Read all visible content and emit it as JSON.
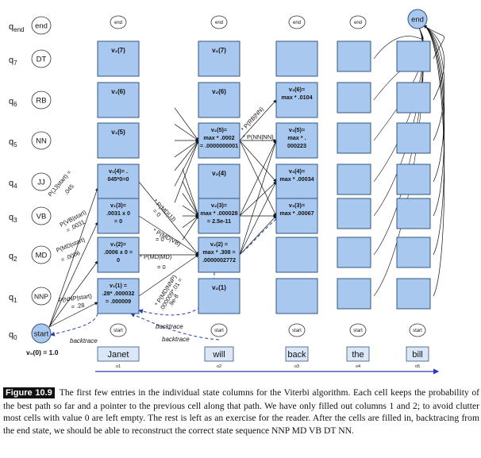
{
  "states": [
    {
      "sub": "end",
      "label": "end",
      "circle": true
    },
    {
      "sub": "7",
      "label": "DT"
    },
    {
      "sub": "6",
      "label": "RB"
    },
    {
      "sub": "5",
      "label": "NN"
    },
    {
      "sub": "4",
      "label": "JJ"
    },
    {
      "sub": "3",
      "label": "VB"
    },
    {
      "sub": "2",
      "label": "MD"
    },
    {
      "sub": "1",
      "label": "NNP"
    },
    {
      "sub": "0",
      "label": "start"
    }
  ],
  "state_prefix": "q",
  "column_node_label": "end",
  "start_node_label": "start",
  "final_end_label": "end",
  "words": [
    "Janet",
    "will",
    "back",
    "the",
    "bill"
  ],
  "word_subs": [
    "o1",
    "o2",
    "o3",
    "o4",
    "o5"
  ],
  "v0_label": "v₀(0) = 1.0",
  "cells": [
    {
      "col": 0,
      "row": 1,
      "lines": [
        "v₁(7)"
      ]
    },
    {
      "col": 0,
      "row": 2,
      "lines": [
        "v₁(6)"
      ]
    },
    {
      "col": 0,
      "row": 3,
      "lines": [
        "v₁(5)"
      ]
    },
    {
      "col": 0,
      "row": 4,
      "lines": [
        "v₁(4)= .",
        "045*0=0"
      ]
    },
    {
      "col": 0,
      "row": 5,
      "lines": [
        "v₁(3)=",
        ".0031 x 0",
        "= 0"
      ]
    },
    {
      "col": 0,
      "row": 6,
      "lines": [
        "v₁(2)=",
        ".0006 x 0 =",
        "0"
      ]
    },
    {
      "col": 0,
      "row": 7,
      "lines": [
        "v₁(1) =",
        ".28* .000032",
        "= .000009"
      ]
    },
    {
      "col": 1,
      "row": 1,
      "lines": [
        "v₂(7)"
      ]
    },
    {
      "col": 1,
      "row": 2,
      "lines": [
        "v₂(6)"
      ]
    },
    {
      "col": 1,
      "row": 3,
      "lines": [
        "v₂(5)=",
        "max * .0002",
        "= .0000000001"
      ]
    },
    {
      "col": 1,
      "row": 4,
      "lines": [
        "v₂(4)"
      ]
    },
    {
      "col": 1,
      "row": 5,
      "lines": [
        "v₂(3)=",
        "max * .000028",
        "=    2.5e-11"
      ]
    },
    {
      "col": 1,
      "row": 6,
      "lines": [
        "v₂(2) =",
        "max * .308 =",
        ".0000002772"
      ]
    },
    {
      "col": 1,
      "row": 7,
      "lines": [
        "v₂(1)"
      ]
    },
    {
      "col": 2,
      "row": 1,
      "lines": []
    },
    {
      "col": 2,
      "row": 2,
      "lines": [
        "v₃(6)=",
        "max * .0104"
      ]
    },
    {
      "col": 2,
      "row": 3,
      "lines": [
        "v₃(5)=",
        "max * .",
        "000223"
      ]
    },
    {
      "col": 2,
      "row": 4,
      "lines": [
        "v₃(4)=",
        "max * .00034"
      ]
    },
    {
      "col": 2,
      "row": 5,
      "lines": [
        "v₃(3)=",
        "max * .00067"
      ]
    },
    {
      "col": 2,
      "row": 6,
      "lines": []
    },
    {
      "col": 2,
      "row": 7,
      "lines": []
    }
  ],
  "edge_labels": {
    "p_jj_start": "P(JJ|start) =",
    "p_jj_start_val": ".045",
    "p_vb_start": "P(VB|start)",
    "p_vb_start_val": "= .0031",
    "p_md_start": "P(MD|start)",
    "p_md_start_val": "= .0006",
    "p_nnp_start": "P(NNP|start)",
    "p_nnp_start_val": "= .28",
    "p_md_jj": "* P(MD|JJ)",
    "p_md_jj_val": "= 0",
    "p_md_vb": "* P(MD|VB)",
    "p_md_vb_val": "= 0",
    "p_md_md": "* P(MD|MD)",
    "p_md_md_val": "= 0",
    "p_md_nnp": "* P(MD|NNP)",
    "p_md_nnp_val": ".000009*.01 =",
    "p_md_nnp_val2": ".9e-8",
    "p_rb_nn": "* P(RB|NN)",
    "p_nn_nn": "* P(NN|NN)"
  },
  "backtrace_label": "backtrace",
  "caption": {
    "label": "Figure 10.9",
    "text": "The first few entries in the individual state columns for the Viterbi algorithm. Each cell keeps the probability of the best path so far and a pointer to the previous cell along that path. We have only filled out columns 1 and 2; to avoid clutter most cells with value 0 are left empty. The rest is left as an exercise for the reader. After the cells are filled in, backtracing from the end state, we should be able to reconstruct the correct state sequence NNP MD VB DT NN."
  },
  "colors": {
    "cell_fill": "#a9c8ef",
    "cell_stroke": "#34557f",
    "start_fill": "#a9c8ef",
    "word_fill": "#dbe7f7",
    "backtrace": "#2a3fae",
    "axis": "#2a3fae"
  }
}
